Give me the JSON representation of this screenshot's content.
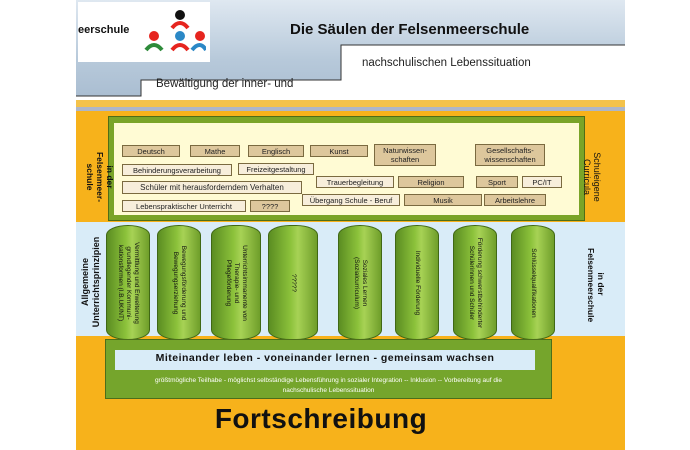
{
  "logo": {
    "text": "eerschule"
  },
  "title": "Die Säulen der Felsenmeerschule",
  "subtitle": {
    "part1": "Bewältigung der inner- und",
    "part2": "nachschulischen Lebenssituation"
  },
  "curricula": {
    "left_label": "in der\nFelsenmeer-\nschule",
    "right_label": "Schuleigene\nCurricula",
    "subjects": [
      "Deutsch",
      "Mathe",
      "Englisch",
      "Kunst",
      "Naturwissen-\nschaften",
      "Gesellschafts-\nwissenschaften",
      "Behinderungsverarbeitung",
      "Freizeitgestaltung",
      "Schüler mit herausforderndem Verhalten",
      "Trauerbegleitung",
      "Religion",
      "Sport",
      "PC/IT",
      "Lebenspraktischer Unterricht",
      "????",
      "Übergang Schule - Beruf",
      "Musik",
      "Arbeitslehre"
    ]
  },
  "principles": {
    "left_label": "Allgemeine\nUnterrichtsprinzipien",
    "right_label": "in der\nFelsenmeerschule",
    "pillars": [
      "Vermittlung und Erweiterung\ngrundlegender Kommuni-\nkationsformen (I.B.UK/NT)",
      "Bewegungsförderung und\nBewegungserziehung",
      "Unterrichtsimmanente von\nTherapie- und\nPflegeförderung",
      "?????",
      "Soziales Lernen\n(Sozialcurriculum)",
      "Individuelle Förderung",
      "Förderung schwerstbehinderter\nSchülerinnen und Schüler",
      "Schlüsselqualifikationen"
    ]
  },
  "foundation": {
    "motto": "Miteinander leben - voneinander lernen - gemeinsam wachsen",
    "text": "größtmögliche Teilhabe - möglichst selbständige Lebensführung in sozialer Integration -- Inklusion -- Vorbereitung auf die\nnachschulische Lebenssituation"
  },
  "footer": {
    "title": "Fortschreibung"
  },
  "colors": {
    "orange": "#f7b21b",
    "green": "#7aa428",
    "light_blue": "#d9ecf8",
    "subject_tan": "#ddc79c"
  }
}
